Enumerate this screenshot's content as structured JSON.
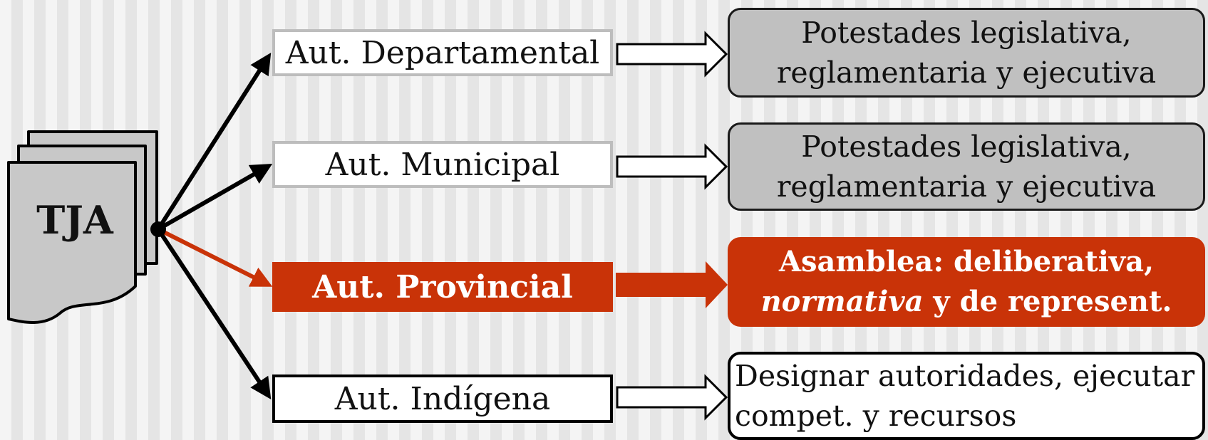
{
  "diagram": {
    "source": {
      "label": "TJA"
    },
    "branches": [
      {
        "autonomy": "Aut. Departamental",
        "powers": [
          "Potestades legislativa,",
          "reglamentaria y ejecutiva"
        ]
      },
      {
        "autonomy": "Aut. Municipal",
        "powers": [
          "Potestades legislativa,",
          "reglamentaria y ejecutiva"
        ]
      },
      {
        "autonomy": "Aut. Provincial",
        "powers_line1": "Asamblea: deliberativa,",
        "powers_line2_italic": "normativa",
        "powers_line2_rest": " y de represent.",
        "highlighted": true
      },
      {
        "autonomy": "Aut. Indígena",
        "powers": [
          "Designar autoridades, ejecutar",
          "compet. y recursos"
        ]
      }
    ]
  },
  "colors": {
    "highlight": "#c93308",
    "neutral_box": "#c0c0c0",
    "outline_light": "#bdbdbd",
    "outline_dark": "#000000"
  }
}
